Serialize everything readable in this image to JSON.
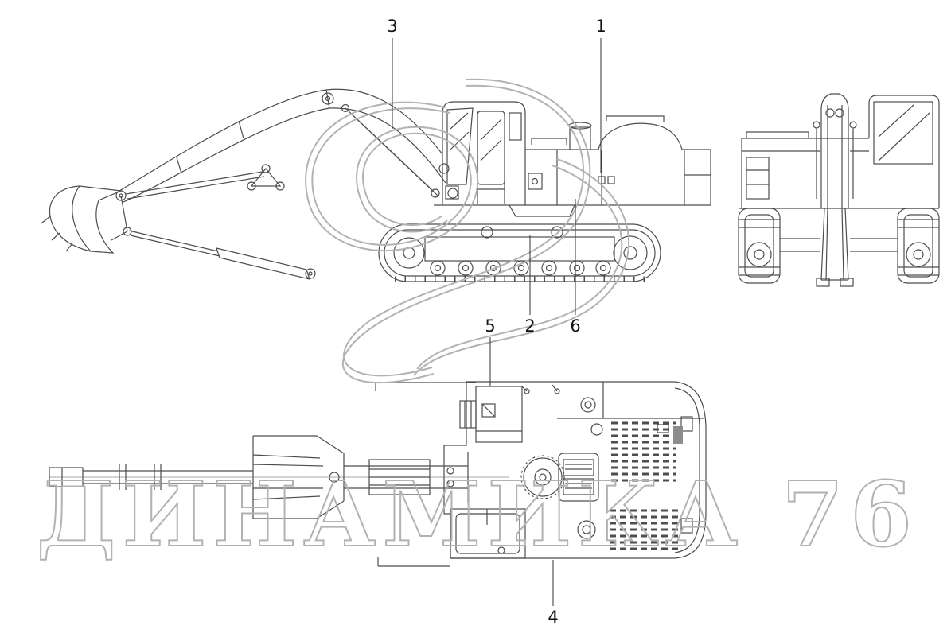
{
  "colors": {
    "line": "#4d4d4d",
    "line_light": "#8a8a8a",
    "watermark": "#b2b2b2",
    "callout_text": "#111111",
    "leader": "#333333",
    "background": "#ffffff"
  },
  "watermark": {
    "text": "ДИНАМИКА 76"
  },
  "callouts": {
    "c1": {
      "label": "1"
    },
    "c2": {
      "label": "2"
    },
    "c3": {
      "label": "3"
    },
    "c4": {
      "label": "4"
    },
    "c5": {
      "label": "5"
    },
    "c6": {
      "label": "6"
    }
  }
}
